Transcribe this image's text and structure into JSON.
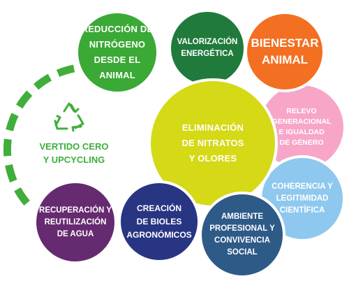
{
  "center": {
    "label": "ELIMINACIÓN\nDE NITRATOS\nY OLORES",
    "color": "#d5d916"
  },
  "nodes": [
    {
      "id": "reduccion",
      "label": "REDUCCIÓN DE\nNITRÓGENO\nDESDE EL\nANIMAL",
      "color": "#3aa935"
    },
    {
      "id": "valorizacion",
      "label": "VALORIZACIÓN\nENERGÉTICA",
      "color": "#1f7a3c"
    },
    {
      "id": "bienestar",
      "label": "BIENESTAR\nANIMAL",
      "color": "#f36f21"
    },
    {
      "id": "relevo",
      "label": "RELEVO\nGENERACIONAL\nE IGUALDAD\nDE GÉNERO",
      "color": "#f7a6c8"
    },
    {
      "id": "coherencia",
      "label": "COHERENCIA Y\nLEGITIMIDAD\nCIENTÍFICA",
      "color": "#8fc8ee"
    },
    {
      "id": "ambiente",
      "label": "AMBIENTE\nPROFESIONAL Y\nCONVIVENCIA\nSOCIAL",
      "color": "#2e5a88"
    },
    {
      "id": "creacion",
      "label": "CREACIÓN\nDE BIOLES\nAGRONÓMICOS",
      "color": "#283583"
    },
    {
      "id": "recuperacion",
      "label": "RECUPERACIÓN Y\nREUTILIZACIÓN\nDE AGUA",
      "color": "#662a70"
    }
  ],
  "vertido": {
    "label": "VERTIDO CERO\nY UPCYCLING",
    "color": "#3fae3a",
    "icon": "recycle-icon"
  }
}
